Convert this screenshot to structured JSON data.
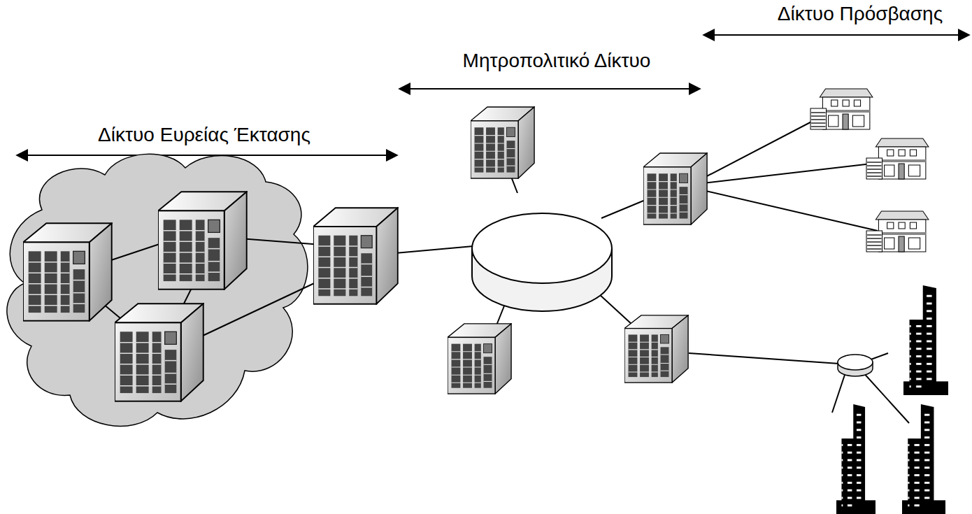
{
  "diagram": {
    "labels": [
      "Δίκτυο Ευρείας Έκτασης",
      "Μητροπολιτικό Δίκτυο",
      "Δίκτυο Πρόσβασης"
    ]
  }
}
